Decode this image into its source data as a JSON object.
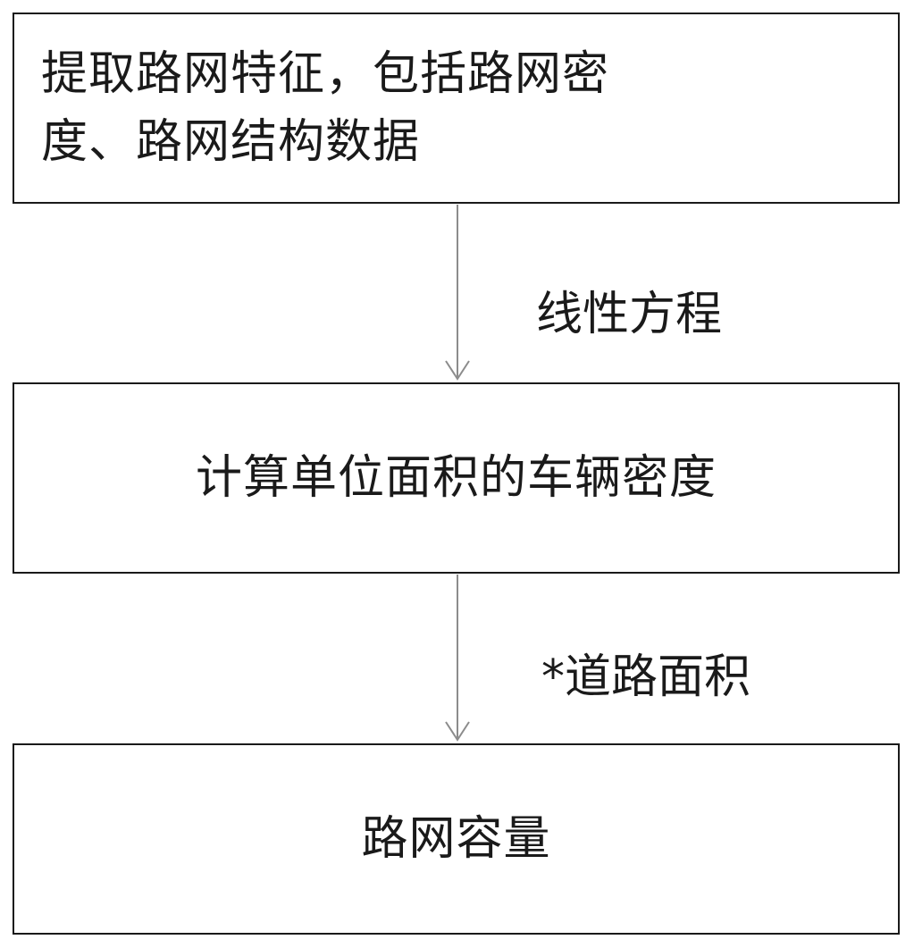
{
  "flowchart": {
    "steps": [
      {
        "text": "提取路网特征，包括路网密\n度、路网结构数据"
      },
      {
        "text": "计算单位面积的车辆密度"
      },
      {
        "text": "路网容量"
      }
    ],
    "edges": [
      {
        "label": "线性方程"
      },
      {
        "label": "*道路面积"
      }
    ],
    "colors": {
      "border": "#1a1a1a",
      "arrow": "#8c8c8c",
      "text": "#1a1a1a",
      "background": "#ffffff"
    }
  }
}
